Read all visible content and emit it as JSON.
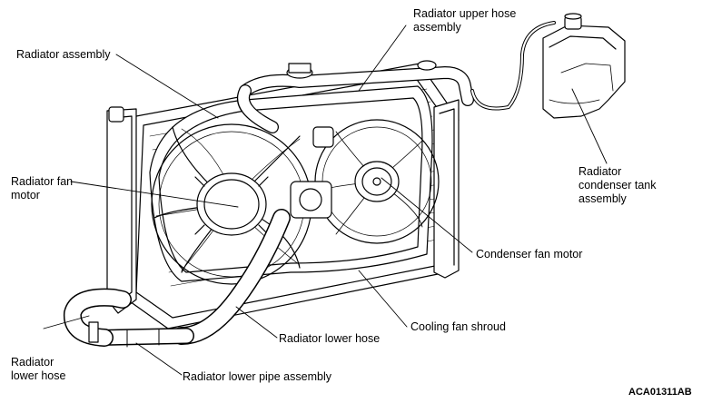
{
  "labels": {
    "radiator_upper_hose_assembly": [
      "Radiator upper hose",
      "assembly"
    ],
    "radiator_assembly": "Radiator assembly",
    "radiator_fan_motor": [
      "Radiator fan",
      "motor"
    ],
    "radiator_condenser_tank_assembly": [
      "Radiator",
      "condenser tank",
      "assembly"
    ],
    "condenser_fan_motor": "Condenser fan motor",
    "cooling_fan_shroud": "Cooling fan shroud",
    "radiator_lower_hose_right": "Radiator lower hose",
    "radiator_lower_hose_left": [
      "Radiator",
      "lower hose"
    ],
    "radiator_lower_pipe_assembly": "Radiator lower pipe assembly",
    "figure_code": "ACA01311AB"
  },
  "colors": {
    "ink": "#000000",
    "background": "#ffffff"
  }
}
